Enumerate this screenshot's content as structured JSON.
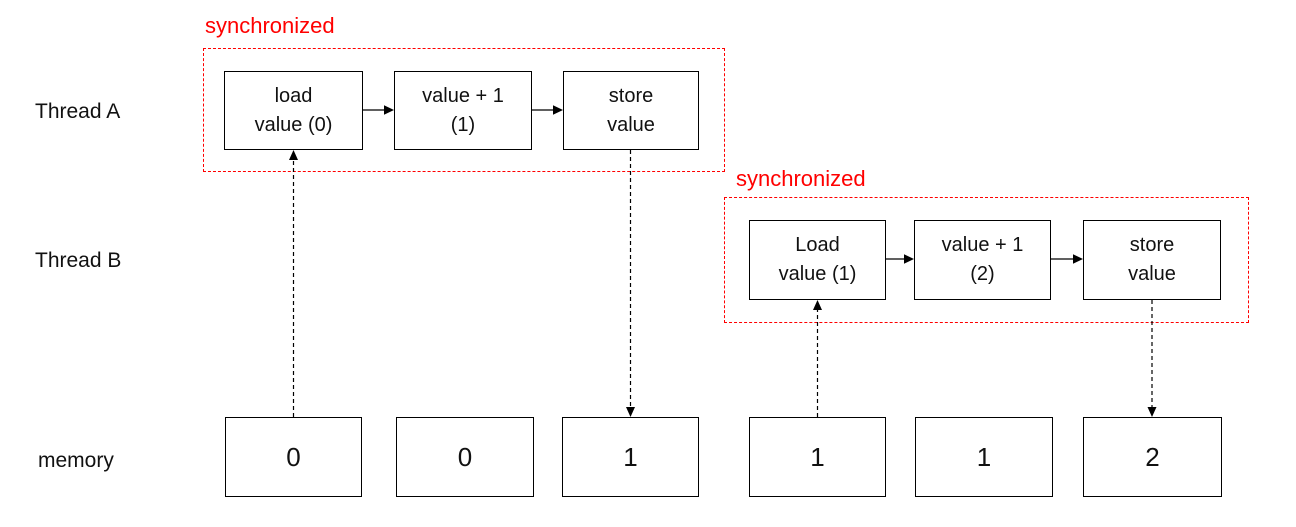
{
  "colors": {
    "sync_red": "#ff0000",
    "line_black": "#000000",
    "background": "#ffffff"
  },
  "rows": {
    "thread_a_label": "Thread A",
    "thread_b_label": "Thread B",
    "memory_label": "memory"
  },
  "thread_a": {
    "sync_label": "synchronized",
    "steps": [
      {
        "line1": "load",
        "line2": "value (0)"
      },
      {
        "line1": "value + 1",
        "line2": "(1)"
      },
      {
        "line1": "store",
        "line2": "value"
      }
    ]
  },
  "thread_b": {
    "sync_label": "synchronized",
    "steps": [
      {
        "line1": "Load",
        "line2": "value (1)"
      },
      {
        "line1": "value + 1",
        "line2": "(2)"
      },
      {
        "line1": "store",
        "line2": "value"
      }
    ]
  },
  "memory": {
    "cells": [
      "0",
      "0",
      "1",
      "1",
      "1",
      "2"
    ]
  },
  "connectors": {
    "solid_arrows": [
      "a-load-to-increment",
      "a-increment-to-store",
      "b-load-to-increment",
      "b-increment-to-store"
    ],
    "dashed_arrows": [
      "memory1-to-a-load",
      "a-store-to-memory3",
      "memory4-to-b-load",
      "b-store-to-memory6"
    ]
  }
}
